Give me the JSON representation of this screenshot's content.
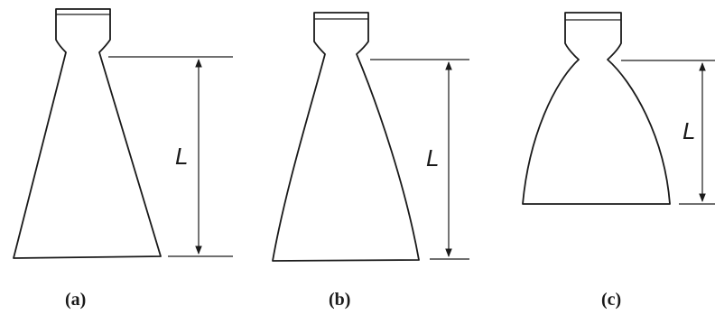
{
  "nozzles": [
    {
      "dimension_label": "L",
      "caption": "(a)"
    },
    {
      "dimension_label": "L",
      "caption": "(b)"
    },
    {
      "dimension_label": "L",
      "caption": "(c)"
    }
  ]
}
